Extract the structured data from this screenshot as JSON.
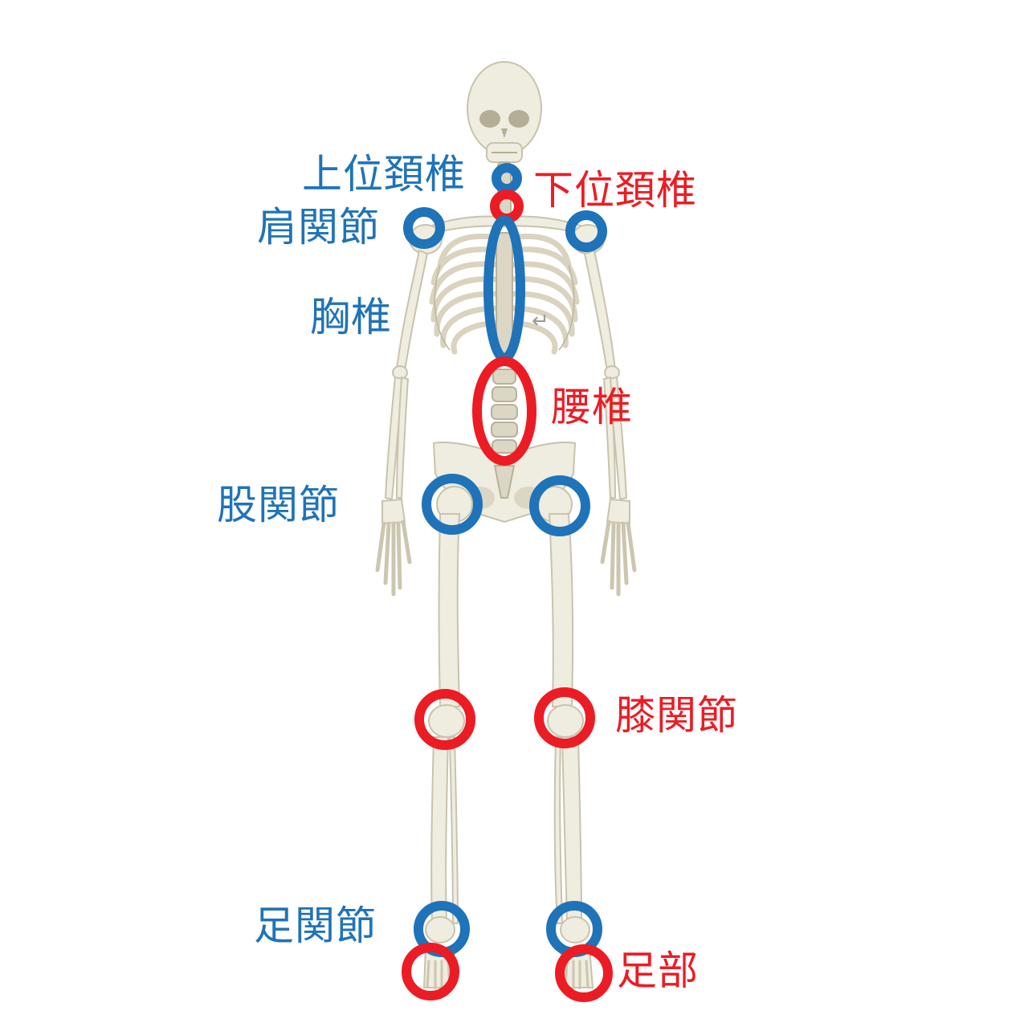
{
  "colors": {
    "blue": "#1f73b8",
    "red": "#ec1c24"
  },
  "labels": {
    "upper_cervical": "上位頚椎",
    "lower_cervical": "下位頚椎",
    "shoulder": "肩関節",
    "thoracic": "胸椎",
    "lumbar": "腰椎",
    "hip": "股関節",
    "knee": "膝関節",
    "ankle": "足関節",
    "foot": "足部"
  },
  "markers": [
    {
      "label_ref": "upper_cervical",
      "color": "blue"
    },
    {
      "label_ref": "lower_cervical",
      "color": "red"
    },
    {
      "label_ref": "shoulder",
      "color": "blue"
    },
    {
      "label_ref": "thoracic",
      "color": "blue"
    },
    {
      "label_ref": "lumbar",
      "color": "red"
    },
    {
      "label_ref": "hip",
      "color": "blue"
    },
    {
      "label_ref": "knee",
      "color": "red"
    },
    {
      "label_ref": "ankle",
      "color": "blue"
    },
    {
      "label_ref": "foot",
      "color": "red"
    }
  ]
}
